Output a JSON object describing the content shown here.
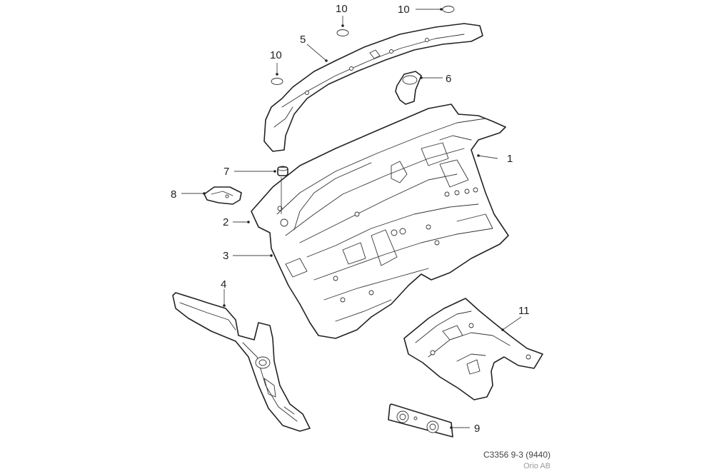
{
  "callouts": {
    "c1": "1",
    "c2": "2",
    "c3": "3",
    "c4": "4",
    "c5": "5",
    "c6": "6",
    "c7": "7",
    "c8": "8",
    "c9": "9",
    "c10a": "10",
    "c10b": "10",
    "c10c": "10",
    "c11": "11"
  },
  "caption": {
    "code": "C3356 9-3 (9440)",
    "owner": "Orio AB"
  }
}
